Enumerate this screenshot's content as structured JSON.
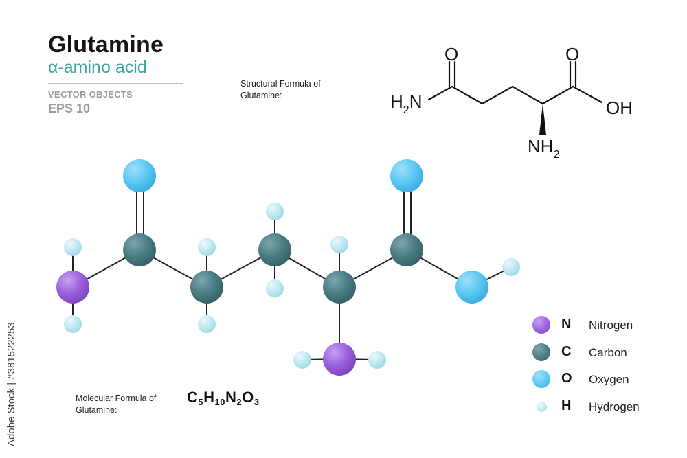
{
  "header": {
    "title": "Glutamine",
    "subtitle": "α-amino acid",
    "vector_objects": "VECTOR OBJECTS",
    "eps": "EPS 10"
  },
  "structural_formula": {
    "caption_line1": "Structural  Formula of",
    "caption_line2": "Glutamine:",
    "labels": {
      "o_left": "O",
      "o_right": "O",
      "h2n": "H",
      "h2n_sub": "2",
      "h2n_n": "N",
      "oh": "OH",
      "nh2": "NH",
      "nh2_sub": "2"
    }
  },
  "molecular_formula": {
    "caption_line1": "Molecular Formula of",
    "caption_line2": "Glutamine:",
    "parts": [
      {
        "el": "C",
        "n": "5"
      },
      {
        "el": "H",
        "n": "10"
      },
      {
        "el": "N",
        "n": "2"
      },
      {
        "el": "O",
        "n": "3"
      }
    ]
  },
  "legend": [
    {
      "symbol": "N",
      "name": "Nitrogen",
      "color": "#9b5fdc"
    },
    {
      "symbol": "C",
      "name": "Carbon",
      "color": "#4a7c84"
    },
    {
      "symbol": "O",
      "name": "Oxygen",
      "color": "#5bc8f2"
    },
    {
      "symbol": "H",
      "name": "Hydrogen",
      "color": "#bfe8f2"
    }
  ],
  "atom_colors": {
    "N": "#9b5fdc",
    "C": "#4a7c84",
    "O": "#5bc8f2",
    "H": "#bfe8f2"
  },
  "watermark": "Adobe Stock | #381522253"
}
